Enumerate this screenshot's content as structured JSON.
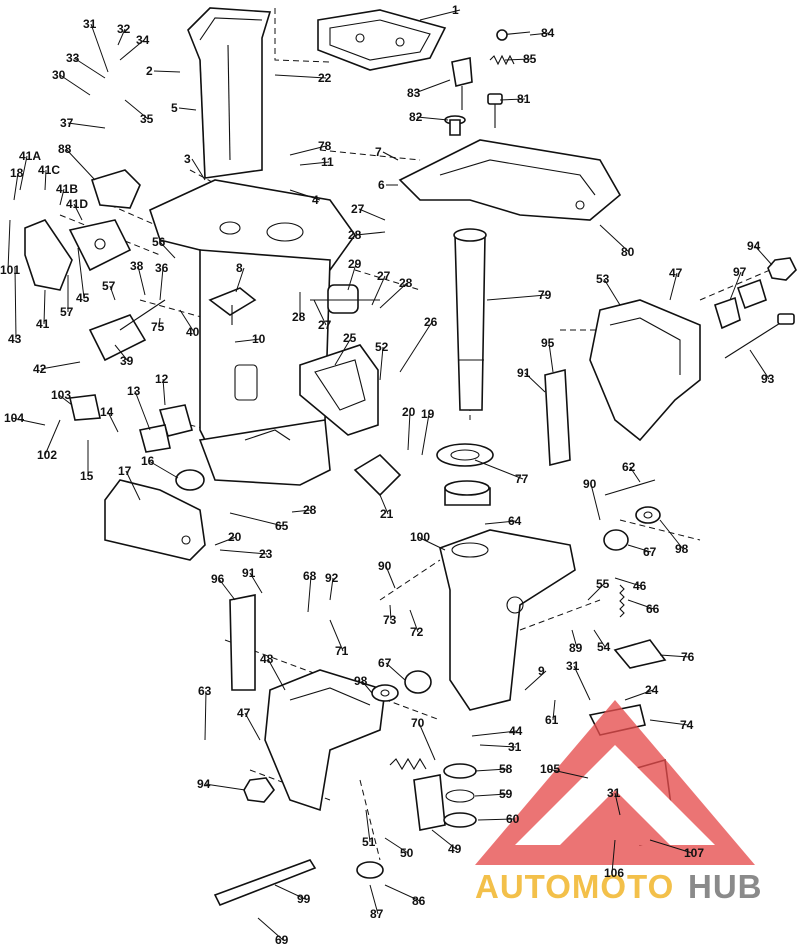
{
  "diagram": {
    "callouts": [
      "1",
      "2",
      "3",
      "4",
      "5",
      "6",
      "7",
      "8",
      "9",
      "10",
      "11",
      "12",
      "13",
      "14",
      "15",
      "16",
      "17",
      "18",
      "19",
      "20",
      "20",
      "21",
      "22",
      "23",
      "24",
      "25",
      "26",
      "27",
      "27",
      "27",
      "28",
      "28",
      "28",
      "28",
      "29",
      "30",
      "31",
      "31",
      "31",
      "31",
      "32",
      "33",
      "34",
      "35",
      "36",
      "37",
      "38",
      "39",
      "40",
      "41",
      "41A",
      "41B",
      "41C",
      "41D",
      "42",
      "43",
      "44",
      "45",
      "46",
      "47",
      "47",
      "48",
      "49",
      "50",
      "51",
      "52",
      "53",
      "54",
      "55",
      "56",
      "57",
      "57",
      "58",
      "59",
      "60",
      "61",
      "62",
      "63",
      "64",
      "65",
      "66",
      "67",
      "67",
      "68",
      "69",
      "70",
      "71",
      "72",
      "73",
      "74",
      "75",
      "76",
      "77",
      "78",
      "79",
      "80",
      "81",
      "82",
      "83",
      "84",
      "85",
      "86",
      "87",
      "88",
      "89",
      "90",
      "90",
      "91",
      "91",
      "92",
      "93",
      "94",
      "94",
      "95",
      "96",
      "97",
      "98",
      "98",
      "99",
      "100",
      "101",
      "102",
      "103",
      "104",
      "105",
      "106",
      "107"
    ]
  },
  "watermark": {
    "brand_part1": "AUTOMOTO",
    "brand_part2": "HUB",
    "colors": {
      "triangle": "#e54d4d",
      "part1": "#f3c04a",
      "part2": "#8a8a8a"
    }
  }
}
